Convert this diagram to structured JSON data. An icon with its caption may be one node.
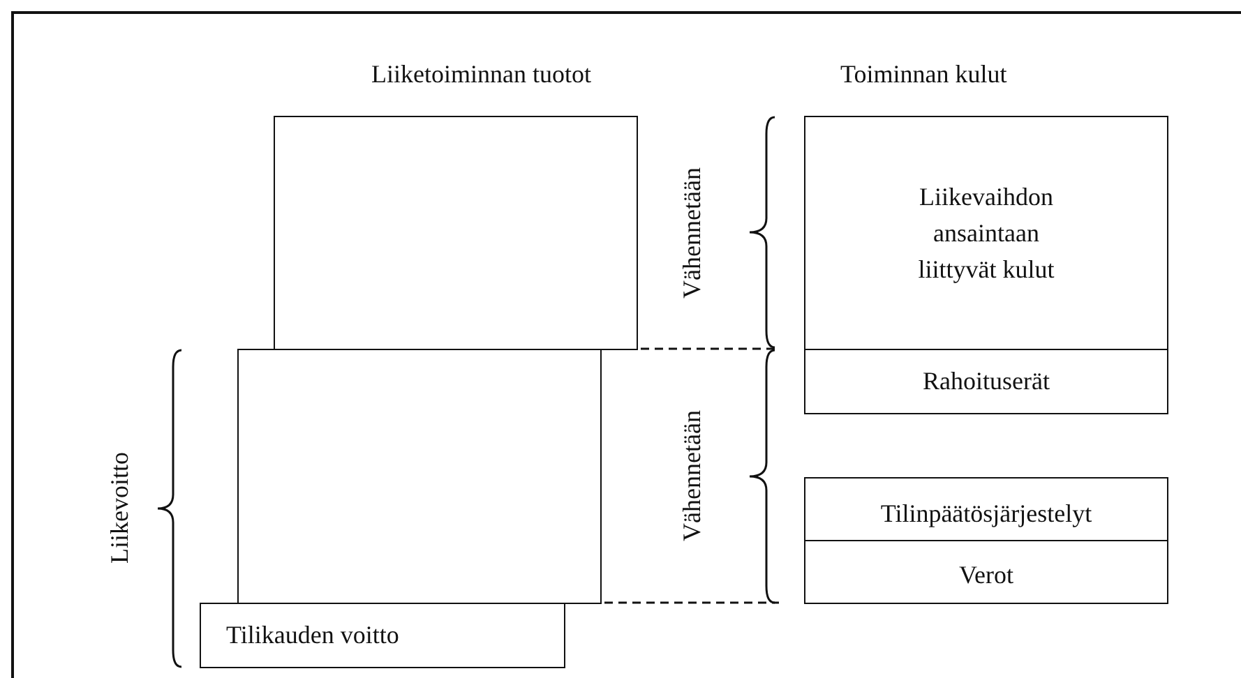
{
  "diagram": {
    "nodes": [
      {
        "text": [],
        "shape": "box"
      },
      {
        "text": [
          "Liikevaihdon ansaintaan liittyvät kulut"
        ]
      },
      {
        "text": [],
        "shape": "box"
      },
      {
        "text": [
          "Rahoituserät"
        ]
      },
      {
        "text": [
          "Tilinpäätösjärjestelyt"
        ]
      },
      {
        "text": [
          "Verot"
        ]
      },
      {
        "text": [
          "Tilikauden voitto"
        ]
      }
    ],
    "edges": [],
    "labels": [
      "Liiketoiminnan tuotot",
      "Toiminnan kulut",
      "Vähennetään",
      "Vähennetään",
      "Liikevoitto"
    ]
  }
}
